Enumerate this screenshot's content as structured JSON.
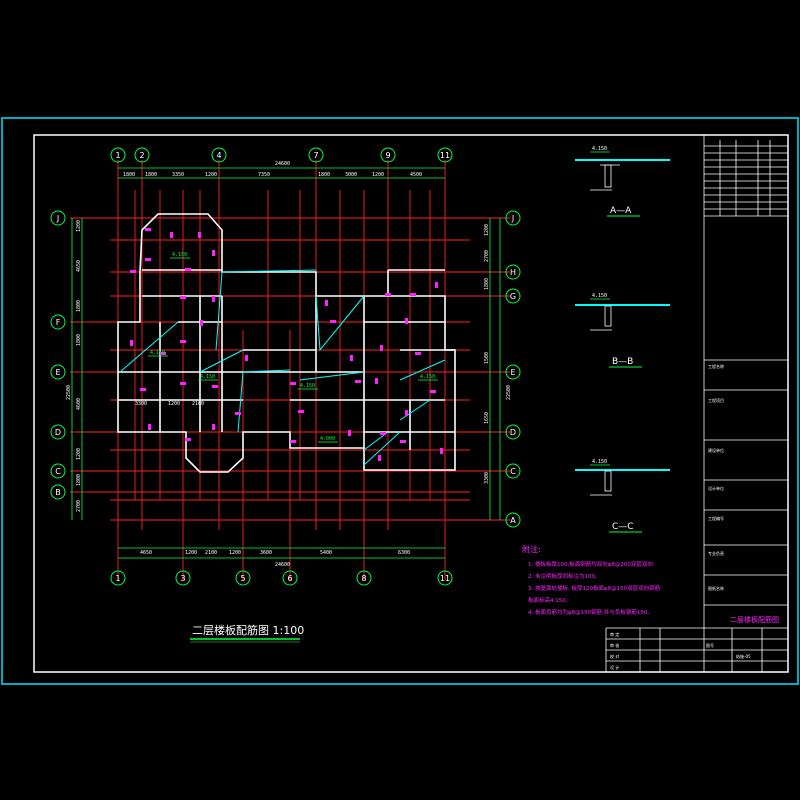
{
  "drawing": {
    "title": "二层楼板配筋图 1:100",
    "scale_note": "1:100"
  },
  "grid_axes": {
    "top": [
      "①",
      "②",
      "④",
      "⑦",
      "⑨",
      "⑪"
    ],
    "top_labels": [
      "1",
      "2",
      "4",
      "7",
      "9",
      "11"
    ],
    "bottom_labels": [
      "1",
      "3",
      "5",
      "6",
      "8",
      "11"
    ],
    "left_labels": [
      "J",
      "F",
      "E",
      "D",
      "C",
      "B"
    ],
    "right_labels": [
      "J",
      "H",
      "G",
      "E",
      "D",
      "C",
      "A"
    ]
  },
  "dimensions": {
    "top_total": "24600",
    "top_segments": [
      "1800",
      "1800",
      "3350",
      "1200",
      "7350",
      "1800",
      "3000",
      "1200",
      "4500"
    ],
    "bottom_total": "24600",
    "bottom_segments": [
      "4650",
      "1200",
      "2100",
      "1200",
      "3600",
      "5400",
      "6300"
    ],
    "left_total": "22500",
    "left_segments": [
      "1200",
      "4650",
      "1800",
      "1800",
      "4600",
      "1200",
      "1800",
      "2700"
    ],
    "right_total": "22500",
    "right_segments": [
      "1200",
      "2700",
      "1800",
      "1500",
      "1650",
      "3300"
    ],
    "inner_segments": [
      "3300",
      "1200",
      "2100"
    ]
  },
  "elevations": [
    "4.150",
    "4.150",
    "4.150",
    "4.150",
    "4.000",
    "4.150"
  ],
  "sections": {
    "a": {
      "label": "A—A",
      "elev": "4.150"
    },
    "b": {
      "label": "B—B",
      "elev": "4.150"
    },
    "c": {
      "label": "C—C",
      "elev": "4.150"
    }
  },
  "notes": {
    "heading": "附注:",
    "lines": [
      "1. 楼板板厚100,板面钢筋均双向φ8@200双层双向",
      "2. 未注明板厚同标注为100,",
      "3. 坡屋面处楼板, 板厚120板面φ8@150双层双向钢筋",
      "   板面标高4.150,",
      "4. 板面负筋均为φ8@150钢筋,并与负板钢筋150。"
    ]
  },
  "title_block": {
    "sheet_name": "二层楼板配筋图",
    "drawing_no": "结施-05"
  },
  "colors": {
    "background": "#000000",
    "frame": "#ffffff",
    "outer_frame": "#00e5ff",
    "axis_red": "#ff2020",
    "dim_green": "#00ff40",
    "magenta": "#ff20ff",
    "cyan": "#00ffff",
    "grid_circle": "#ffffff"
  }
}
